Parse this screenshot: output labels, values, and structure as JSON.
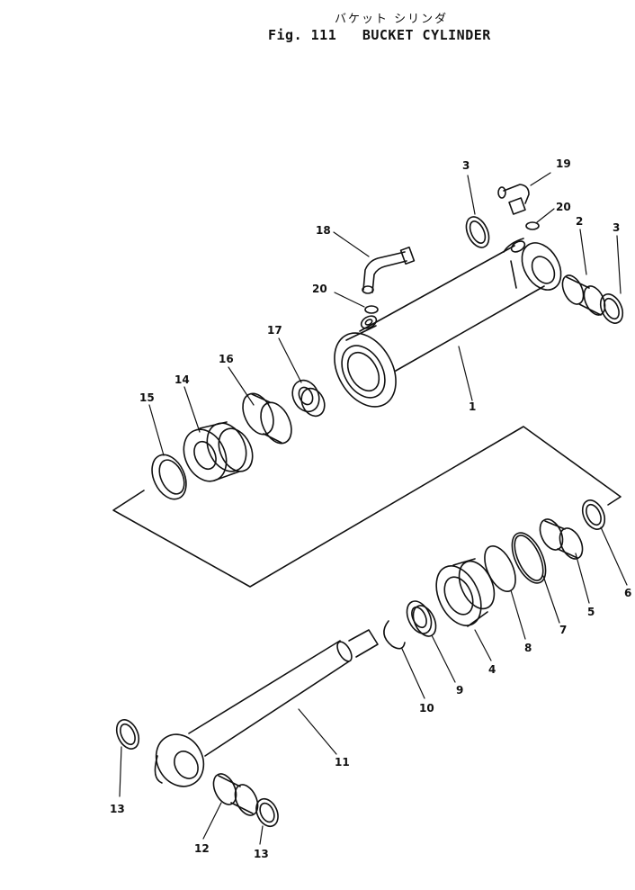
{
  "title": {
    "japanese": "バケット シリンダ",
    "figure": "Fig. 111",
    "name": "BUCKET CYLINDER"
  },
  "callouts": [
    "1",
    "2",
    "3",
    "3",
    "4",
    "5",
    "6",
    "7",
    "8",
    "9",
    "10",
    "11",
    "12",
    "13",
    "13",
    "14",
    "15",
    "16",
    "17",
    "18",
    "19",
    "20",
    "20"
  ]
}
